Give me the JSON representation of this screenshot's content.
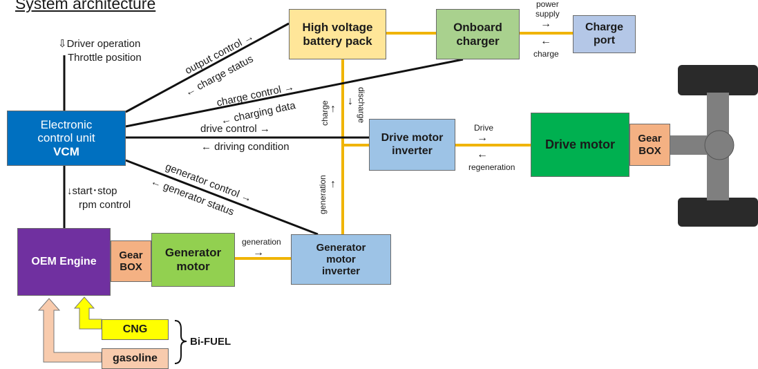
{
  "title": "System architecture",
  "colors": {
    "vcm": "#0070c0",
    "battery": "#ffe699",
    "charger": "#a9d18e",
    "charge_port": "#b4c7e7",
    "inverter": "#9dc3e6",
    "drive_motor": "#00b050",
    "gearbox": "#f4b183",
    "generator_motor": "#92d050",
    "engine": "#7030a0",
    "cng": "#ffff00",
    "gasoline": "#f8cbad",
    "hv_line": "#f0b400",
    "signal_line": "#111111",
    "chassis": "#2a2a2a",
    "shaft": "#7f7f7f"
  },
  "blocks": {
    "battery": {
      "line1": "High voltage",
      "line2": "battery pack"
    },
    "charger": {
      "line1": "Onboard",
      "line2": "charger"
    },
    "charge_port": {
      "line1": "Charge",
      "line2": "port"
    },
    "vcm": {
      "line1": "Electronic",
      "line2": "control unit",
      "line3": "VCM"
    },
    "drive_inverter": {
      "line1": "Drive motor",
      "line2": "inverter"
    },
    "drive_motor": {
      "label": "Drive motor"
    },
    "drive_gearbox": {
      "line1": "Gear",
      "line2": "BOX"
    },
    "engine": {
      "label": "OEM Engine"
    },
    "engine_gearbox": {
      "line1": "Gear",
      "line2": "BOX"
    },
    "generator_motor": {
      "line1": "Generator",
      "line2": "motor"
    },
    "generator_inverter": {
      "line1": "Generator",
      "line2": "motor",
      "line3": "inverter"
    },
    "cng": {
      "label": "CNG"
    },
    "gasoline": {
      "label": "gasoline"
    }
  },
  "labels": {
    "driver_operation": "⇩Driver operation",
    "throttle_position": "Throttle position",
    "output_control": "output control →",
    "charge_status": "← charge status",
    "charge_control": "charge control →",
    "charging_data": "← charging data",
    "drive_control": "drive control →",
    "driving_condition": "← driving condition",
    "generator_control": "generator control →",
    "generator_status": "← generator status",
    "start_stop": "↓start･stop",
    "rpm_control": "rpm control",
    "power_supply_1": "power",
    "power_supply_2": "supply",
    "charge_small": "charge",
    "charge_vertical": "charge",
    "discharge_vertical": "discharge",
    "generation_vertical": "generation",
    "generation_horizontal": "generation",
    "drive_small": "Drive",
    "regeneration": "regeneration",
    "bi_fuel": "Bi-FUEL",
    "arrow_right": "→",
    "arrow_left": "←",
    "arrow_up": "↑",
    "arrow_down": "↓"
  }
}
